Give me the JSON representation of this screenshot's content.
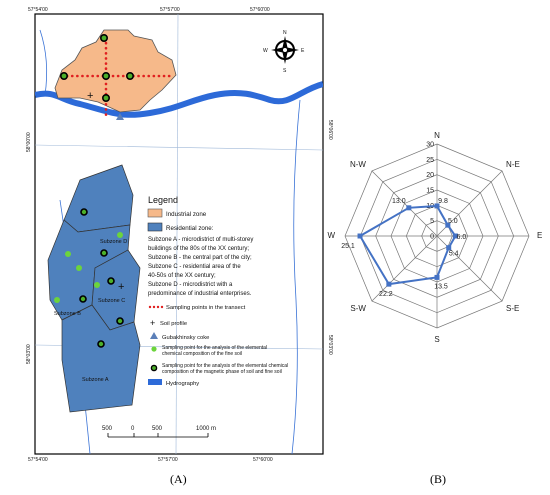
{
  "map": {
    "coords_top": [
      "57°54'00",
      "57°57'00",
      "57°60'00"
    ],
    "coords_bottom": [
      "57°54'00",
      "57°57'00",
      "57°60'00"
    ],
    "coords_left": [
      "58°00'00",
      "58°03'00"
    ],
    "coords_right": [
      "58°06'00",
      "58°03'00"
    ],
    "compass": {
      "n": "N",
      "s": "S",
      "e": "E",
      "w": "W"
    },
    "subzones": {
      "a": "Subzone A",
      "b": "Subzone B",
      "c": "Subzone C",
      "d": "Subzone D"
    },
    "legend": {
      "title": "Legend",
      "industrial": "Industrial zone",
      "residential": "Residential zone:",
      "desc": [
        "Subzone A -  microdistrict of multi-storey",
        "buildings of the 80s of the XX century;",
        "Subzone B -  the central part of the city;",
        "Subzone C -  residential area of the",
        "40-50s of the XX century;",
        "Subzone D -  microdistrict with a",
        "predominance of industrial enterprises."
      ],
      "transect": "Sampling points in the transect",
      "soil_profile": "Soil profile",
      "coke": "Gubakhinsky coke",
      "green_1": "Sampling point for the analysis of the elemental",
      "green_2": "chemical composition of the fine soil",
      "ring_1": "Sampling point for the analysis of the elemental chemical",
      "ring_2": "composition of the magnetic phase of soil and fine soil",
      "hydro": "Hydrography"
    },
    "scale": {
      "labels": [
        "500",
        "0",
        "500",
        "1000 m"
      ]
    },
    "colors": {
      "industrial": "#f6b98a",
      "residential": "#4f81bd",
      "water": "#2d6ad8",
      "green": "#4caf2a",
      "transect": "#e02020"
    }
  },
  "chart_data": {
    "type": "radar",
    "axes": [
      "N",
      "N-E",
      "E",
      "S-E",
      "S",
      "S-W",
      "W",
      "N-W"
    ],
    "values": [
      9.8,
      5.0,
      6.0,
      5.4,
      13.5,
      22.2,
      25.1,
      13.0
    ],
    "value_labels": [
      "9.8",
      "5.0",
      "6.0",
      "5.4",
      "13.5",
      "22.2",
      "25.1",
      "13.0"
    ],
    "range": [
      0,
      30
    ],
    "ticks": [
      "0",
      "5",
      "10",
      "15",
      "20",
      "25",
      "30"
    ],
    "series_color": "#4472c4"
  },
  "captions": {
    "a": "(A)",
    "b": "(B)"
  }
}
